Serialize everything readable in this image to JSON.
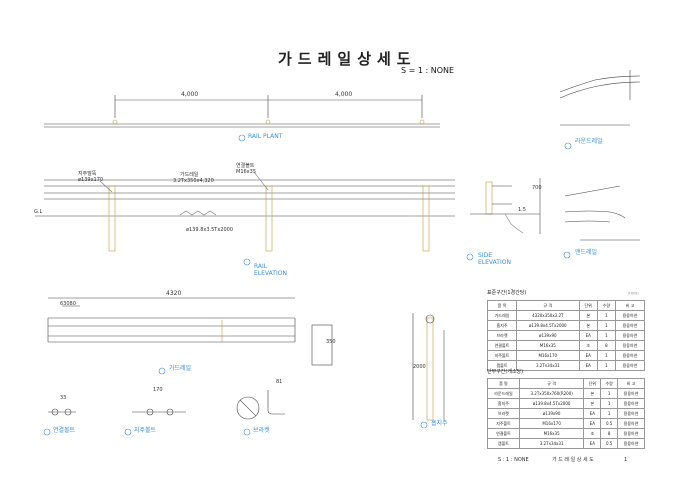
{
  "header": {
    "title": "가드레일상세도",
    "scale": "S = 1 : NONE"
  },
  "plan": {
    "span1": "4,000",
    "span2": "4,000",
    "caption": "RAIL PLANT"
  },
  "elevation": {
    "caption_line1": "RAIL",
    "caption_line2": "ELEVATION",
    "base_label": "G.L",
    "callout_post": "지주말뚝",
    "callout_post_spec": "ø139x170",
    "callout_rail": "가드레일",
    "callout_rail_spec": "3.2Tx350x4,320",
    "callout_bolt": "연결볼트",
    "callout_bolt_spec": "M16x35",
    "callout_beam": "ø139.8x3.5Tx2000"
  },
  "side": {
    "caption_line1": "SIDE",
    "caption_line2": "ELEVATION",
    "dim_v": "700",
    "dim_h": "1.5"
  },
  "rail_detail": {
    "dim": "4320",
    "dim_small": "350",
    "subdim": "63080",
    "caption": "가드레일"
  },
  "post": {
    "dim": "2000",
    "caption": "흡지주"
  },
  "end_rail": {
    "caption": "앤드레일"
  },
  "curve_rail": {
    "caption": "라운드레일"
  },
  "small_parts": [
    {
      "caption": "연결볼트",
      "dim": "33"
    },
    {
      "caption": "지주볼트",
      "dim": "170"
    },
    {
      "caption": "브라켓",
      "dim": "81"
    }
  ],
  "table1": {
    "title": "표준구간(1경간당)",
    "unit": "(1경간당)",
    "headers": [
      "품 목",
      "규 격",
      "단위",
      "수량",
      "비 고"
    ],
    "rows": [
      [
        "가드레일",
        "4320x350x3.2T",
        "본",
        "1",
        "용융아연"
      ],
      [
        "흡지주",
        "ø139.8x4.5Tx2000",
        "본",
        "1",
        "용융아연"
      ],
      [
        "브라켓",
        "ø139x90",
        "EA",
        "1",
        "용융아연"
      ],
      [
        "연결볼트",
        "M16x35",
        "조",
        "8",
        "용융아연"
      ],
      [
        "지주볼트",
        "M16x170",
        "EA",
        "1",
        "용융아연"
      ],
      [
        "캡볼트",
        "3.2Tx34x31",
        "EA",
        "1",
        "용융아연"
      ]
    ]
  },
  "table2": {
    "title": "단부구간(개소당)",
    "headers": [
      "품 명",
      "규 격",
      "단위",
      "수량",
      "비 고"
    ],
    "rows": [
      [
        "라운드레일",
        "3.2Tx350x760(R200)",
        "본",
        "1",
        "용융아연"
      ],
      [
        "흡지주",
        "ø139.8x4.5Tx2000",
        "본",
        "1",
        "용융아연"
      ],
      [
        "브라켓",
        "ø139x90",
        "EA",
        "1",
        "용융아연"
      ],
      [
        "지주볼트",
        "M16x170",
        "EA",
        "0.5",
        "용융아연"
      ],
      [
        "연결볼트",
        "M16x35",
        "조",
        "8",
        "용융아연"
      ],
      [
        "캡볼트",
        "3.2Tx34x31",
        "EA",
        "0.5",
        "용융아연"
      ]
    ]
  },
  "footer": {
    "left": "S : 1 : NONE",
    "center": "가 드 레 일 상 세 도",
    "page": "1"
  }
}
